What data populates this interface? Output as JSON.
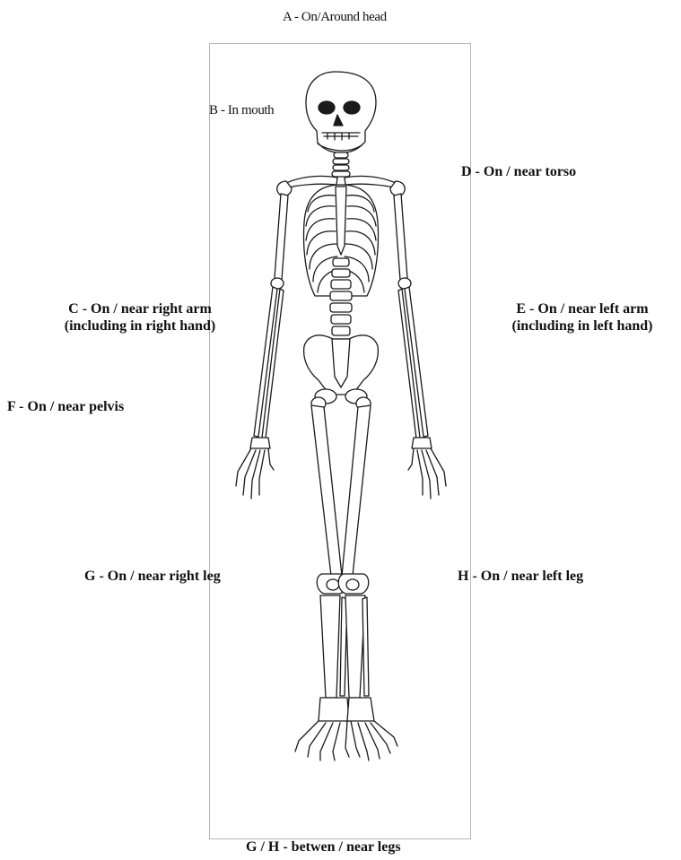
{
  "labels": {
    "A": "A - On/Around head",
    "B": "B - In mouth",
    "C1": "C - On / near right arm",
    "C2": "(including in right hand)",
    "D": "D - On / near torso",
    "E1": "E - On / near left arm",
    "E2": "(including in left hand)",
    "F": "F - On / near pelvis",
    "G": "G - On / near right leg",
    "H": "H - On / near left leg",
    "GH": "G / H - betwen / near legs"
  },
  "colors": {
    "stroke": "#1a1a1a",
    "frame": "#b9b9b9",
    "bone_fill": "#ffffff"
  },
  "illustration": "full-body-skeleton-front-view"
}
